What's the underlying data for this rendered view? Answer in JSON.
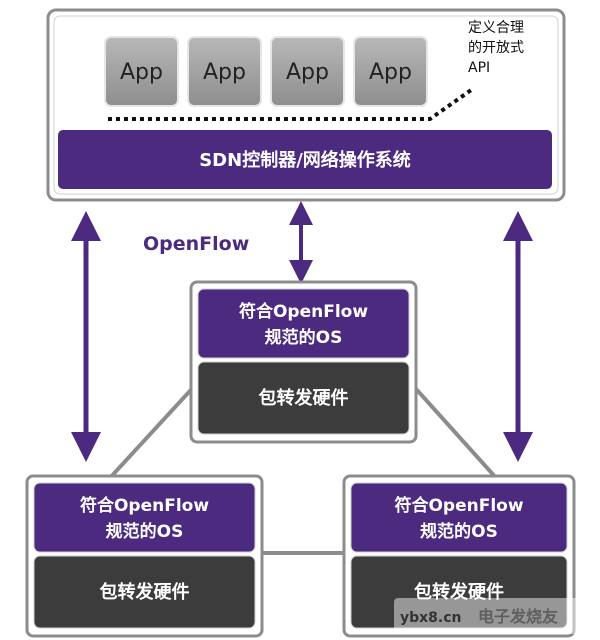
{
  "controller": {
    "apps": [
      "App",
      "App",
      "App",
      "App"
    ],
    "api_note": [
      "定义合理",
      "的开放式",
      "API"
    ],
    "bar_label": "SDN控制器/网络操作系统"
  },
  "protocol_label": "OpenFlow",
  "switches": [
    {
      "os_line1": "符合OpenFlow",
      "os_line2": "规范的OS",
      "hw_label": "包转发硬件"
    },
    {
      "os_line1": "符合OpenFlow",
      "os_line2": "规范的OS",
      "hw_label": "包转发硬件"
    },
    {
      "os_line1": "符合OpenFlow",
      "os_line2": "规范的OS",
      "hw_label": "包转发硬件"
    }
  ],
  "watermark": {
    "site": "ybx8.cn",
    "brand": "电子发烧友"
  },
  "colors": {
    "purple": "#4b2a7f",
    "dark_gray": "#3c3c3c",
    "app_gray": "#a7a7a7",
    "frame_gray": "#8c8c8c"
  }
}
